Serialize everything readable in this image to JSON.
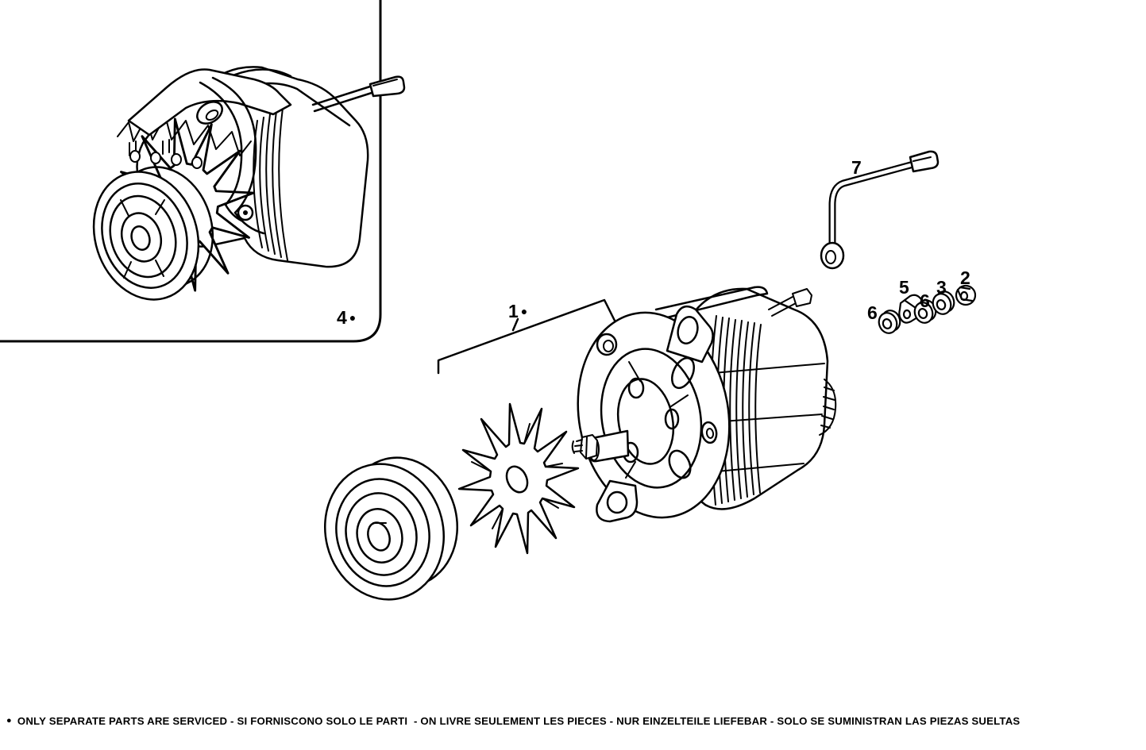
{
  "colors": {
    "ink": "#000000",
    "paper": "#ffffff"
  },
  "callouts": {
    "exploded_assembly": {
      "number": "1",
      "marker": "●"
    },
    "nut": {
      "number": "2"
    },
    "washer": {
      "number": "3"
    },
    "complete_unit": {
      "number": "4",
      "marker": "●"
    },
    "clamp": {
      "number": "5"
    },
    "washer_front": {
      "number": "6"
    },
    "washer_mid": {
      "number": "6"
    },
    "lead_wire": {
      "number": "7"
    }
  },
  "footnote": {
    "bullet": "●",
    "text": "ONLY SEPARATE PARTS ARE SERVICED - SI FORNISCONO SOLO LE PARTI  - ON LIVRE SEULEMENT LES PIECES - NUR EINZELTEILE LIEFEBAR - SOLO SE SUMINISTRAN LAS PIEZAS SUELTAS"
  }
}
